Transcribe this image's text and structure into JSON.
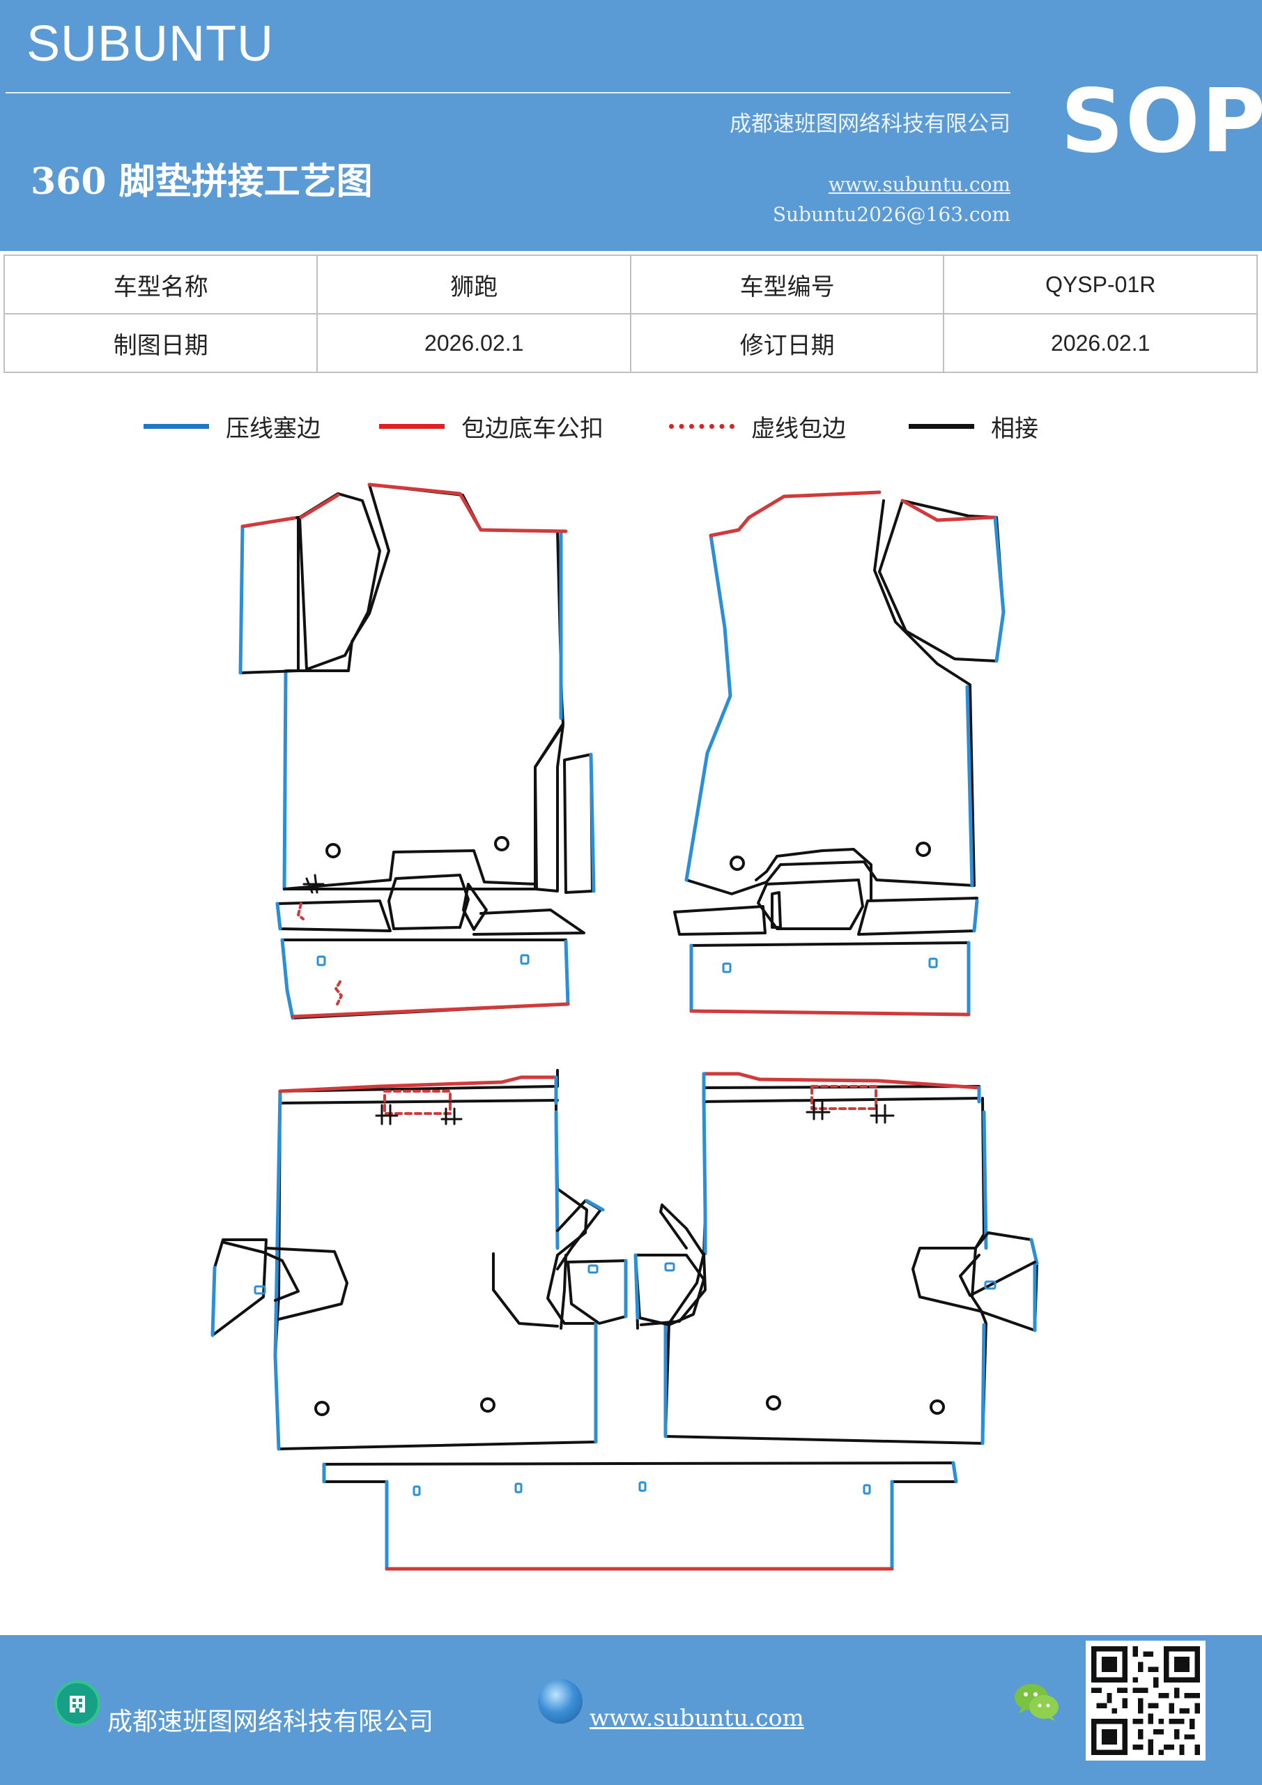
{
  "header": {
    "brand": "SUBUNTU",
    "company": "成都速班图网络科技有限公司",
    "title": "360 脚垫拼接工艺图",
    "website": "www.subuntu.com",
    "email": "Subuntu2026@163.com",
    "badge": "SOP"
  },
  "info_table": {
    "rows": [
      {
        "label1": "车型名称",
        "value1": "狮跑",
        "label2": "车型编号",
        "value2": "QYSP-01R"
      },
      {
        "label1": "制图日期",
        "value1": "2026.02.1",
        "label2": "修订日期",
        "value2": "2026.02.1"
      }
    ]
  },
  "legend": {
    "items": [
      {
        "label": "压线塞边",
        "color": "#1f77c6",
        "style": "solid"
      },
      {
        "label": "包边底车公扣",
        "color": "#e02020",
        "style": "solid"
      },
      {
        "label": "虚线包边",
        "color": "#e02020",
        "style": "dotted"
      },
      {
        "label": "相接",
        "color": "#111111",
        "style": "solid"
      }
    ]
  },
  "colors": {
    "header_bg": "#5b9bd5",
    "blue_line": "#2a8fd6",
    "red_line": "#d03a3a",
    "black_line": "#111111"
  },
  "footer": {
    "company": "成都速班图网络科技有限公司",
    "website": "www.subuntu.com"
  }
}
